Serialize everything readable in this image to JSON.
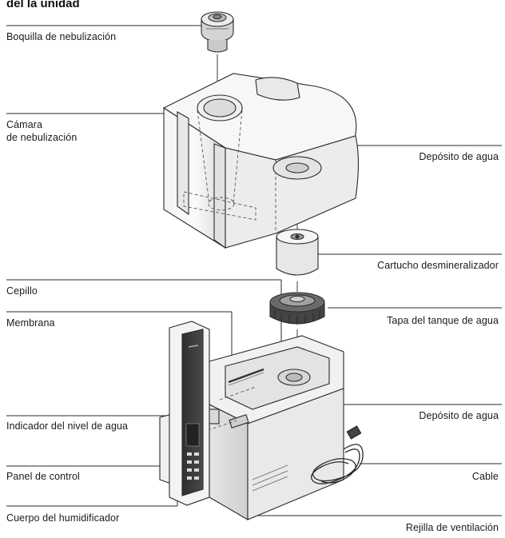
{
  "heading": "del la unidad",
  "labels": {
    "boquilla": "Boquilla de nebulización",
    "camara_l1": "Cámara",
    "camara_l2": "de nebulización",
    "deposito_top": "Depósito de agua",
    "cartucho": "Cartucho desmineralizador",
    "cepillo": "Cepillo",
    "tapa": "Tapa del tanque de agua",
    "membrana": "Membrana",
    "indicador": "Indicador del nivel de agua",
    "deposito_bottom": "Depósito de agua",
    "panel": "Panel de control",
    "cable": "Cable",
    "cuerpo": "Cuerpo del humidificador",
    "rejilla": "Rejilla de ventilación"
  },
  "colors": {
    "line": "#2a2a2a",
    "shade": "#d8d8d8",
    "panel": "#3c3c3c"
  }
}
